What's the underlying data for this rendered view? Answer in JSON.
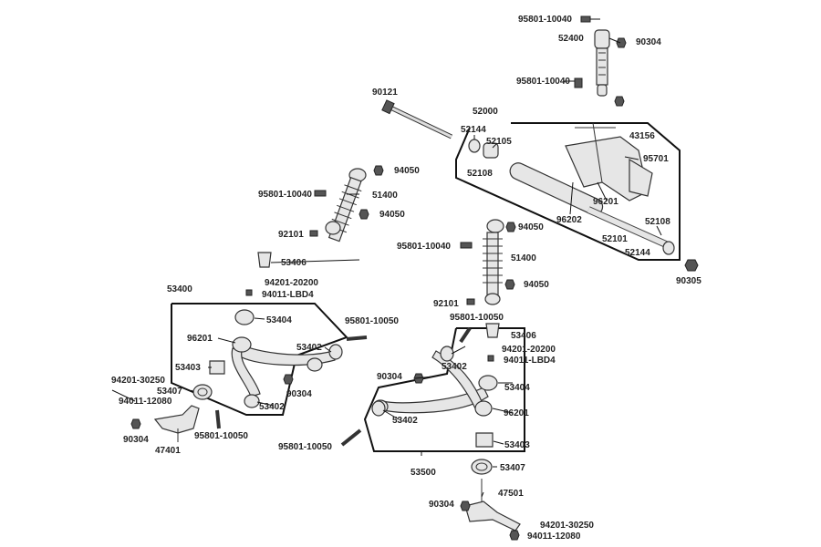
{
  "labels": {
    "l95801_10040_top": "95801-10040",
    "l52400": "52400",
    "l90304_top": "90304",
    "l95801_10040_mid": "95801-10040",
    "l90121": "90121",
    "l52000": "52000",
    "l52144_a": "52144",
    "l52105": "52105",
    "l52108_a": "52108",
    "l43156": "43156",
    "l95701": "95701",
    "l96201_arm": "96201",
    "l96202": "96202",
    "l52108_b": "52108",
    "l52101": "52101",
    "l52144_b": "52144",
    "l90305": "90305",
    "l94050_a": "94050",
    "l95801_10040_left": "95801-10040",
    "l51400_left": "51400",
    "l94050_b": "94050",
    "l92101_left": "92101",
    "l53406_left": "53406",
    "l94050_c": "94050",
    "l95801_10040_right": "95801-10040",
    "l51400_right": "51400",
    "l94050_d": "94050",
    "l92101_right": "92101",
    "l94201_20200_left": "94201-20200",
    "l94011_LBD4_left": "94011-LBD4",
    "l53400": "53400",
    "l53404_left": "53404",
    "l96201_left": "96201",
    "l53402_left_a": "53402",
    "l53403_left": "53403",
    "l90304_left": "90304",
    "l53402_left_b": "53402",
    "l95801_10050_left_top": "95801-10050",
    "l94201_30250_left": "94201-30250",
    "l53407_left": "53407",
    "l94011_12080_left": "94011-12080",
    "l90304_knuckle_left": "90304",
    "l47401": "47401",
    "l95801_10050_left_bot": "95801-10050",
    "l95801_10050_right_top": "95801-10050",
    "l53406_right": "53406",
    "l94201_20200_right": "94201-20200",
    "l94011_LBD4_right": "94011-LBD4",
    "l90304_right_arm": "90304",
    "l53402_right_a": "53402",
    "l53404_right": "53404",
    "l96201_right": "96201",
    "l53402_right_b": "53402",
    "l53403_right": "53403",
    "l95801_10050_right_bot": "95801-10050",
    "l53500": "53500",
    "l53407_right": "53407",
    "l47501": "47501",
    "l90304_knuckle_right": "90304",
    "l94201_30250_right": "94201-30250",
    "l94011_12080_right": "94011-12080"
  }
}
